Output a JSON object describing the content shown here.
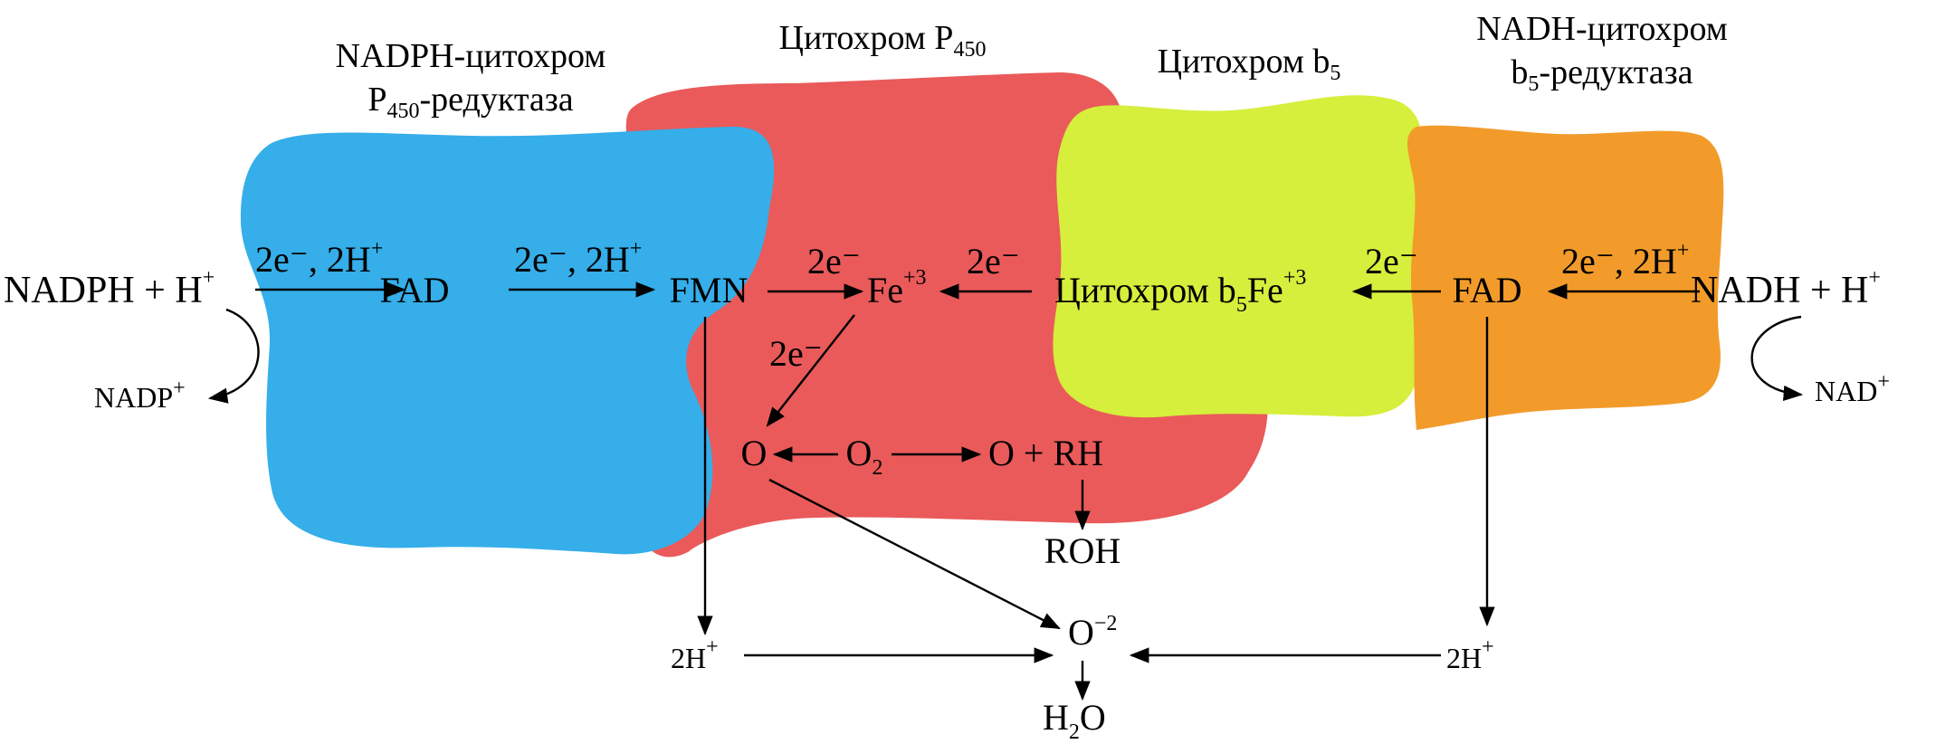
{
  "colors": {
    "reductase_nadph": "#35aee9",
    "cytochrome_p450": "#ea5a5a",
    "cytochrome_b5": "#d5ef3c",
    "reductase_nadh": "#f29b2a",
    "ink": "#000000"
  },
  "titles": {
    "nadph_reductase_line1": "NADPH-цитохром",
    "nadph_reductase_line2_main": "P",
    "nadph_reductase_line2_sub": "450",
    "nadph_reductase_line2_rest": "-редуктаза",
    "p450_main": "Цитохром P",
    "p450_sub": "450",
    "b5_main": "Цитохром b",
    "b5_sub": "5",
    "nadh_reductase_line1": "NADH-цитохром",
    "nadh_reductase_line2_main": "b",
    "nadh_reductase_line2_sub": "5",
    "nadh_reductase_line2_rest": "-редуктаза"
  },
  "nodes": {
    "nadph": "NADPH + H",
    "nadph_sup": "+",
    "nadp": "NADP",
    "nadp_sup": "+",
    "fad_left": "FAD",
    "fmn": "FMN",
    "fe": "Fe",
    "fe_sup": "+3",
    "cyt_b5_main": "Цитохром b",
    "cyt_b5_sub": "5",
    "cyt_b5_fe": "Fe",
    "cyt_b5_fe_sup": "+3",
    "fad_right": "FAD",
    "nadh": "NADH + H",
    "nadh_sup": "+",
    "nad": "NAD",
    "nad_sup": "+",
    "o_left": "O",
    "o2": "O",
    "o2_sub": "2",
    "o_rh": "O + RH",
    "roh": "ROH",
    "o_minus2": "O",
    "o_minus2_sup": "−2",
    "h2o_h": "H",
    "h2o_sub": "2",
    "h2o_o": "O",
    "h_left": "2H",
    "h_left_sup": "+",
    "h_right": "2H",
    "h_right_sup": "+"
  },
  "edge_labels": {
    "nadph_to_fad": "2e⁻, 2H",
    "nadph_to_fad_sup": "+",
    "fad_to_fmn": "2e⁻, 2H",
    "fad_to_fmn_sup": "+",
    "fmn_to_fe": "2e⁻",
    "b5_to_fe": "2e⁻",
    "fe_to_o": "2e⁻",
    "fad_to_b5": "2e⁻",
    "nadh_to_fad": "2e⁻, 2H",
    "nadh_to_fad_sup": "+"
  }
}
